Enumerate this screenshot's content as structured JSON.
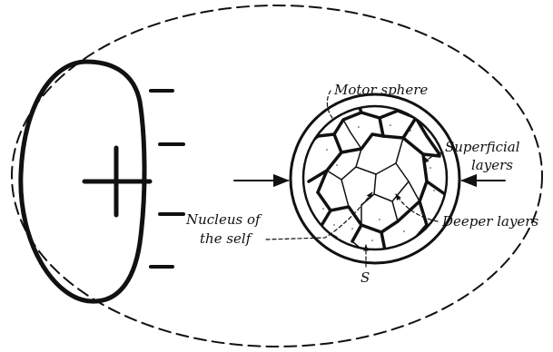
{
  "labels": {
    "motor_sphere": "Motor sphere",
    "superficial_line1": "Superficial",
    "superficial_line2": "layers",
    "nucleus_line1": "Nucleus of",
    "nucleus_line2": "the self",
    "deeper_layers": "Deeper layers",
    "s_label": "S"
  }
}
